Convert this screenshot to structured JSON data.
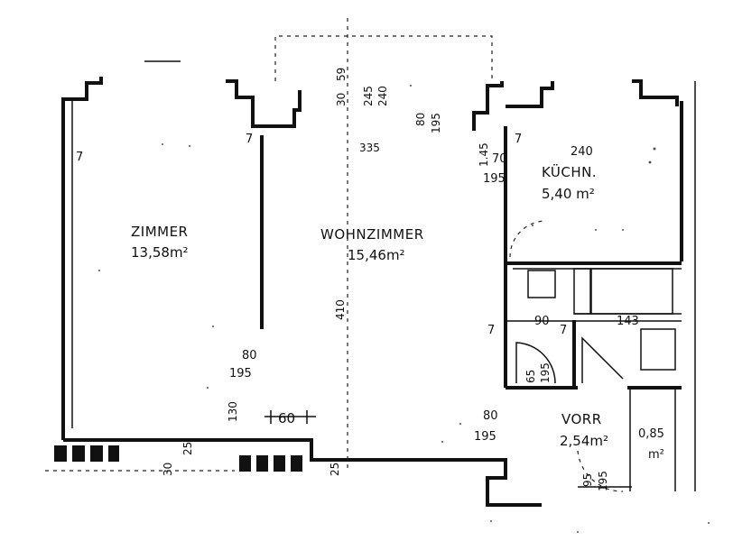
{
  "rooms": {
    "zimmer": {
      "name": "ZIMMER",
      "area": "13,58m²"
    },
    "wohnzimmer": {
      "name": "WOHNZIMMER",
      "area": "15,46m²"
    },
    "kuche": {
      "name": "KÜCHN.",
      "area": "5,40 m²",
      "dim": "240"
    },
    "vorraum": {
      "name": "VORR",
      "area": "2,54m²"
    },
    "wc": {
      "area": "0,85",
      "unit": "m²"
    }
  },
  "dimensions": {
    "d_7a": "7",
    "d_7b": "7",
    "d_7c": "7",
    "d_7d": "7",
    "d_7e": "7",
    "d_80_195_a": "80",
    "d_80_195_a2": "195",
    "d_80_195_b": "80",
    "d_80_195_b2": "195",
    "d_70": "70",
    "d_195_k": "195",
    "d_90": "90",
    "d_143": "143",
    "d_60": "60",
    "d_65": "65",
    "d_195_bath": "195",
    "d_95": "95",
    "d_195_wc": "195",
    "d_245": "245",
    "d_240_top": "240",
    "d_59": "59",
    "d_30_top": "30",
    "d_80_top": "80",
    "d_195_top": "195",
    "d_145": "1.45",
    "d_335": "335",
    "d_30_bl": "30",
    "d_25": "25",
    "d_25b": "25",
    "d_130": "130",
    "d_410": "410"
  }
}
